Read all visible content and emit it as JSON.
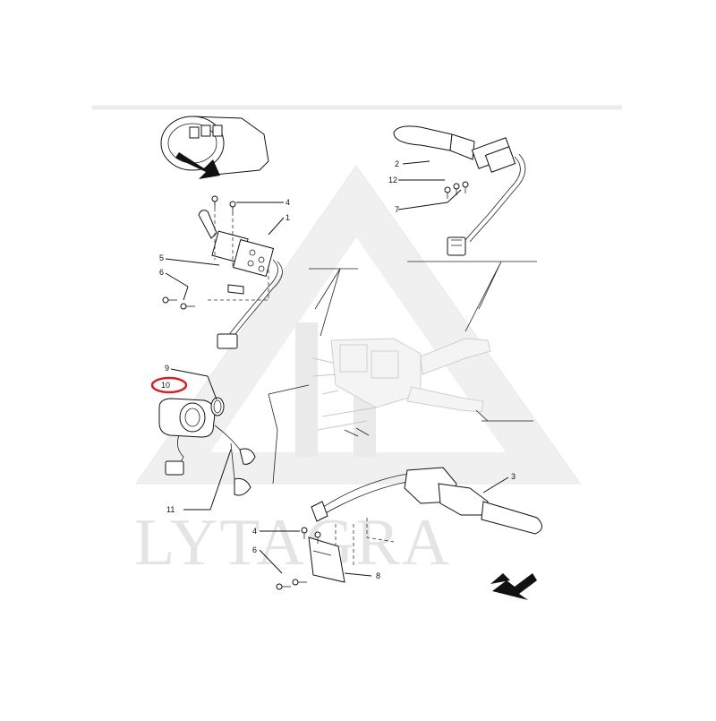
{
  "watermark": {
    "text": "LYTAGRA"
  },
  "callouts": {
    "c1": "1",
    "c2": "2",
    "c3": "3",
    "c4a": "4",
    "c4b": "4",
    "c5": "5",
    "c6a": "6",
    "c6b": "6",
    "c7": "7",
    "c8": "8",
    "c9": "9",
    "c10": "10",
    "c11": "11",
    "c12": "12"
  },
  "highlight": {
    "color": "#d42020",
    "target": "10"
  },
  "icons": {
    "direction": "arrow-bottom-left-icon"
  }
}
